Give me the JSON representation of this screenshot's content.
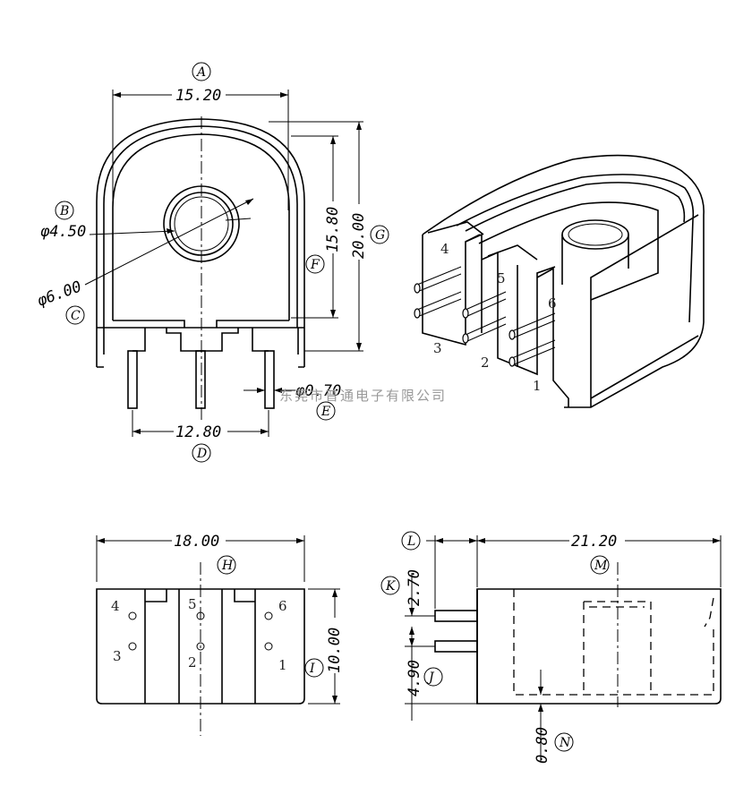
{
  "dimensions": {
    "width_top": "15.20",
    "bore_inner": "φ4.50",
    "bore_outer": "φ6.00",
    "inner_height": "15.80",
    "total_height": "20.00",
    "pin_diameter": "φ0.70",
    "pin_pitch": "12.80",
    "base_width": "18.00",
    "base_height": "10.00",
    "length": "21.20",
    "pin_offset": "2.70",
    "pin_spacing": "4.90",
    "wall": "0.80"
  },
  "labels": {
    "A": "A",
    "B": "B",
    "C": "C",
    "D": "D",
    "E": "E",
    "F": "F",
    "G": "G",
    "H": "H",
    "I": "I",
    "J": "J",
    "K": "K",
    "L": "L",
    "M": "M",
    "N": "N"
  },
  "pins": {
    "p1": "1",
    "p2": "2",
    "p3": "3",
    "p4": "4",
    "p5": "5",
    "p6": "6"
  },
  "watermark": "东莞市普通电子有限公司"
}
